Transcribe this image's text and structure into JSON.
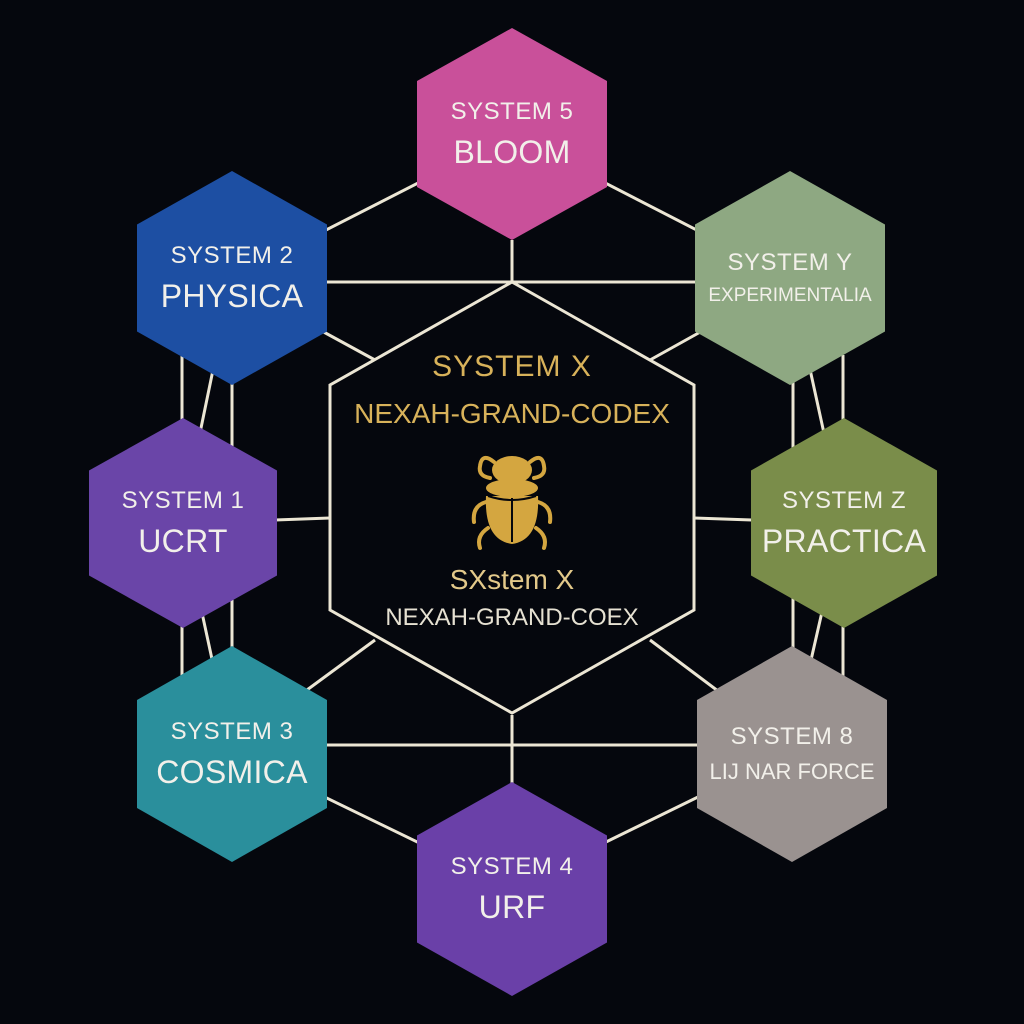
{
  "center": {
    "title": "SYSTEM X",
    "subtitle": "NEXAH-GRAND-CODEX",
    "title2": "SXstem X",
    "subtitle2": "NEXAH-GRAND-COEX",
    "icon": "scarab-icon",
    "color": "#d8b25a"
  },
  "nodes": [
    {
      "id": "system-5",
      "line1": "SYSTEM 5",
      "line2": "BLOOM",
      "color": "#c9509a"
    },
    {
      "id": "system-2",
      "line1": "SYSTEM 2",
      "line2": "PHYSICA",
      "color": "#1d4fa3"
    },
    {
      "id": "system-y",
      "line1": "SYSTEM Y",
      "line2": "EXPERIMENTALIA",
      "color": "#8ea882"
    },
    {
      "id": "system-1",
      "line1": "SYSTEM 1",
      "line2": "UCRT",
      "color": "#6a45a8"
    },
    {
      "id": "system-z",
      "line1": "SYSTEM Z",
      "line2": "PRACTICA",
      "color": "#7a8d4a"
    },
    {
      "id": "system-3",
      "line1": "SYSTEM 3",
      "line2": "COSMICA",
      "color": "#2a8f9c"
    },
    {
      "id": "system-8",
      "line1": "SYSTEM 8",
      "line2": "LIJ NAR FORCE",
      "color": "#9a9290"
    },
    {
      "id": "system-4",
      "line1": "SYSTEM 4",
      "line2": "URF",
      "color": "#6a40a8"
    }
  ]
}
